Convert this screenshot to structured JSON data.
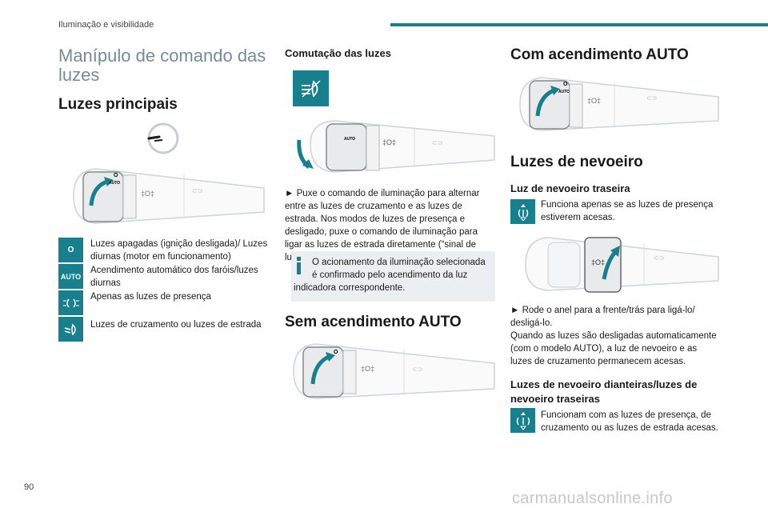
{
  "header": {
    "section": "Iluminação e visibilidade",
    "page_number": "90"
  },
  "watermark": "carmanualsonline.info",
  "left": {
    "title": "Manípulo de comando das luzes",
    "heading_main_lights": "Luzes principais",
    "legend": [
      {
        "icon": "off-o-symbol",
        "symbol": "O",
        "label": "Luzes apagadas (ignição desligada)/ Luzes diurnas (motor em funcionamento)"
      },
      {
        "icon": "auto-symbol",
        "symbol": "AUTO",
        "label": "Acendimento automático dos faróis/luzes diurnas"
      },
      {
        "icon": "sidelights-icon",
        "symbol": "",
        "label": "Apenas as luzes de presença"
      },
      {
        "icon": "dipped-beam-icon",
        "symbol": "",
        "label": "Luzes de cruzamento ou luzes de estrada"
      }
    ]
  },
  "middle": {
    "heading_switching": "Comutação das luzes",
    "instruction": "► Puxe o comando de iluminação para alternar entre as luzes de cruzamento e as luzes de estrada. Nos modos de luzes de presença e desligado, puxe o comando de iluminação para ligar as luzes de estrada diretamente (“sinal de luzes”).",
    "info_line1": "O acionamento da iluminação selecionada é confirmado pelo acendimento da luz",
    "info_line2": "indicadora correspondente.",
    "heading_no_auto": "Sem acendimento AUTO"
  },
  "right": {
    "heading_with_auto": "Com acendimento AUTO",
    "heading_fog": "Luzes de nevoeiro",
    "heading_rear_fog": "Luz de nevoeiro traseira",
    "rear_fog_text": "Funciona apenas se as luzes de presença estiverem acesas.",
    "ring_instruction": "► Rode o anel para a frente/trás para ligá-lo/ desligá-lo.",
    "auto_off_text": "Quando as luzes são desligadas automaticamente (com o modelo AUTO), a luz de nevoeiro e as luzes de cruzamento permanecem acesas.",
    "heading_front_rear_fog": "Luzes de nevoeiro dianteiras/luzes de nevoeiro traseiras",
    "front_rear_fog_text": "Funcionam com as luzes de presença, de cruzamento ou as luzes de estrada acesas."
  },
  "stalk_labels": {
    "off": "O",
    "auto": "AUTO"
  },
  "colors": {
    "accent": "#17808c",
    "title_grey": "#7a8a94",
    "info_bg": "#eceff1"
  }
}
